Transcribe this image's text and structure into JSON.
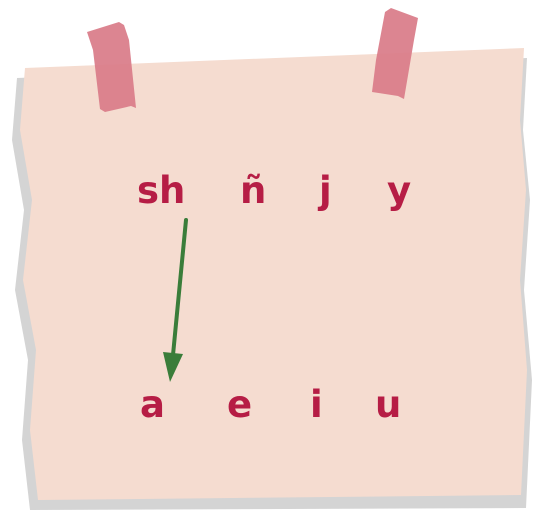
{
  "colors": {
    "paper": "#f5dcd0",
    "paper_shadow": "#d9d9d9",
    "tape": "#d97b88",
    "letters": "#b61d45",
    "arrow": "#3a7d3a"
  },
  "consonants": [
    "sh",
    "ñ",
    "j",
    "y"
  ],
  "vowels": [
    "a",
    "e",
    "i",
    "u"
  ],
  "icons": {
    "tape_left": "tape-strip-icon",
    "tape_right": "tape-strip-icon",
    "arrow": "arrow-down-icon"
  }
}
